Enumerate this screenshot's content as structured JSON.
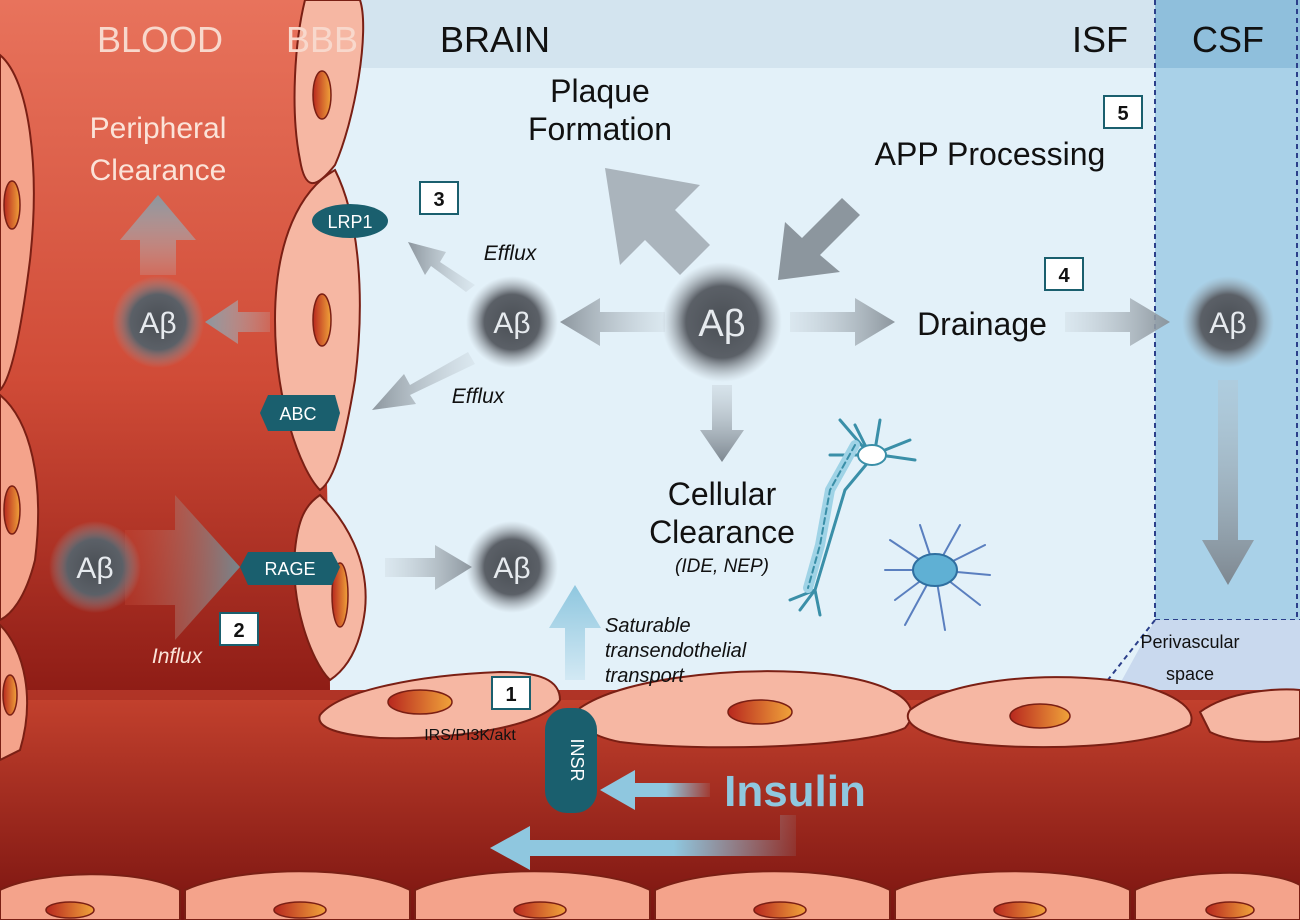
{
  "headers": {
    "blood": "BLOOD",
    "bbb": "BBB",
    "brain": "BRAIN",
    "isf": "ISF",
    "csf": "CSF"
  },
  "labels": {
    "peripheral_clearance_1": "Peripheral",
    "peripheral_clearance_2": "Clearance",
    "plaque_1": "Plaque",
    "plaque_2": "Formation",
    "app_processing": "APP Processing",
    "drainage": "Drainage",
    "cellular_1": "Cellular",
    "cellular_2": "Clearance",
    "cellular_3": "(IDE, NEP)",
    "efflux_top": "Efflux",
    "efflux_bottom": "Efflux",
    "influx": "Influx",
    "transport_1": "Saturable",
    "transport_2": "transendothelial",
    "transport_3": "transport",
    "irs": "IRS/PI3K/akt",
    "insulin": "Insulin",
    "perivascular_1": "Perivascular",
    "perivascular_2": "space"
  },
  "receptors": {
    "lrp1": "LRP1",
    "abc": "ABC",
    "rage": "RAGE",
    "insr": "INSR"
  },
  "abeta": "Aβ",
  "steps": {
    "s1": "1",
    "s2": "2",
    "s3": "3",
    "s4": "4",
    "s5": "5"
  },
  "colors": {
    "blood_light": "#e8735c",
    "blood_dark": "#8b1a14",
    "brain_bg": "#e3f1f9",
    "csf_bg": "#a9d1e8",
    "header_bg": "#d3e4ef",
    "receptor": "#1a5f6e",
    "insulin": "#8fc7df",
    "cell_fill": "#f6b7a3",
    "nucleus": "#c9352a"
  }
}
